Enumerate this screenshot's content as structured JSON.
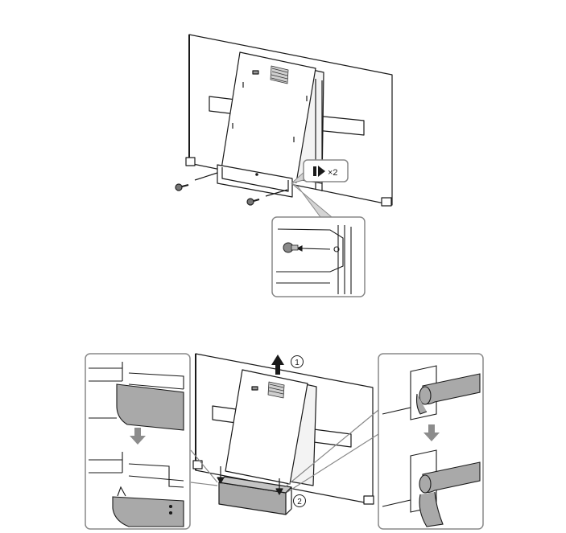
{
  "step1": {
    "screw_callout": {
      "icon": "screw-arrow-icon",
      "label": "×2"
    }
  },
  "step2": {
    "markers": [
      {
        "label": "1",
        "meaning": "lift-up"
      },
      {
        "label": "2",
        "meaning": "attach-base"
      }
    ]
  },
  "colors": {
    "line": "#1a1a1a",
    "panel_border": "#888888",
    "panel_fill": "#ffffff",
    "part_gray": "#a9a9a9",
    "arrow_gray": "#8c8c8c",
    "shadow_gray": "#d4d4d4"
  }
}
